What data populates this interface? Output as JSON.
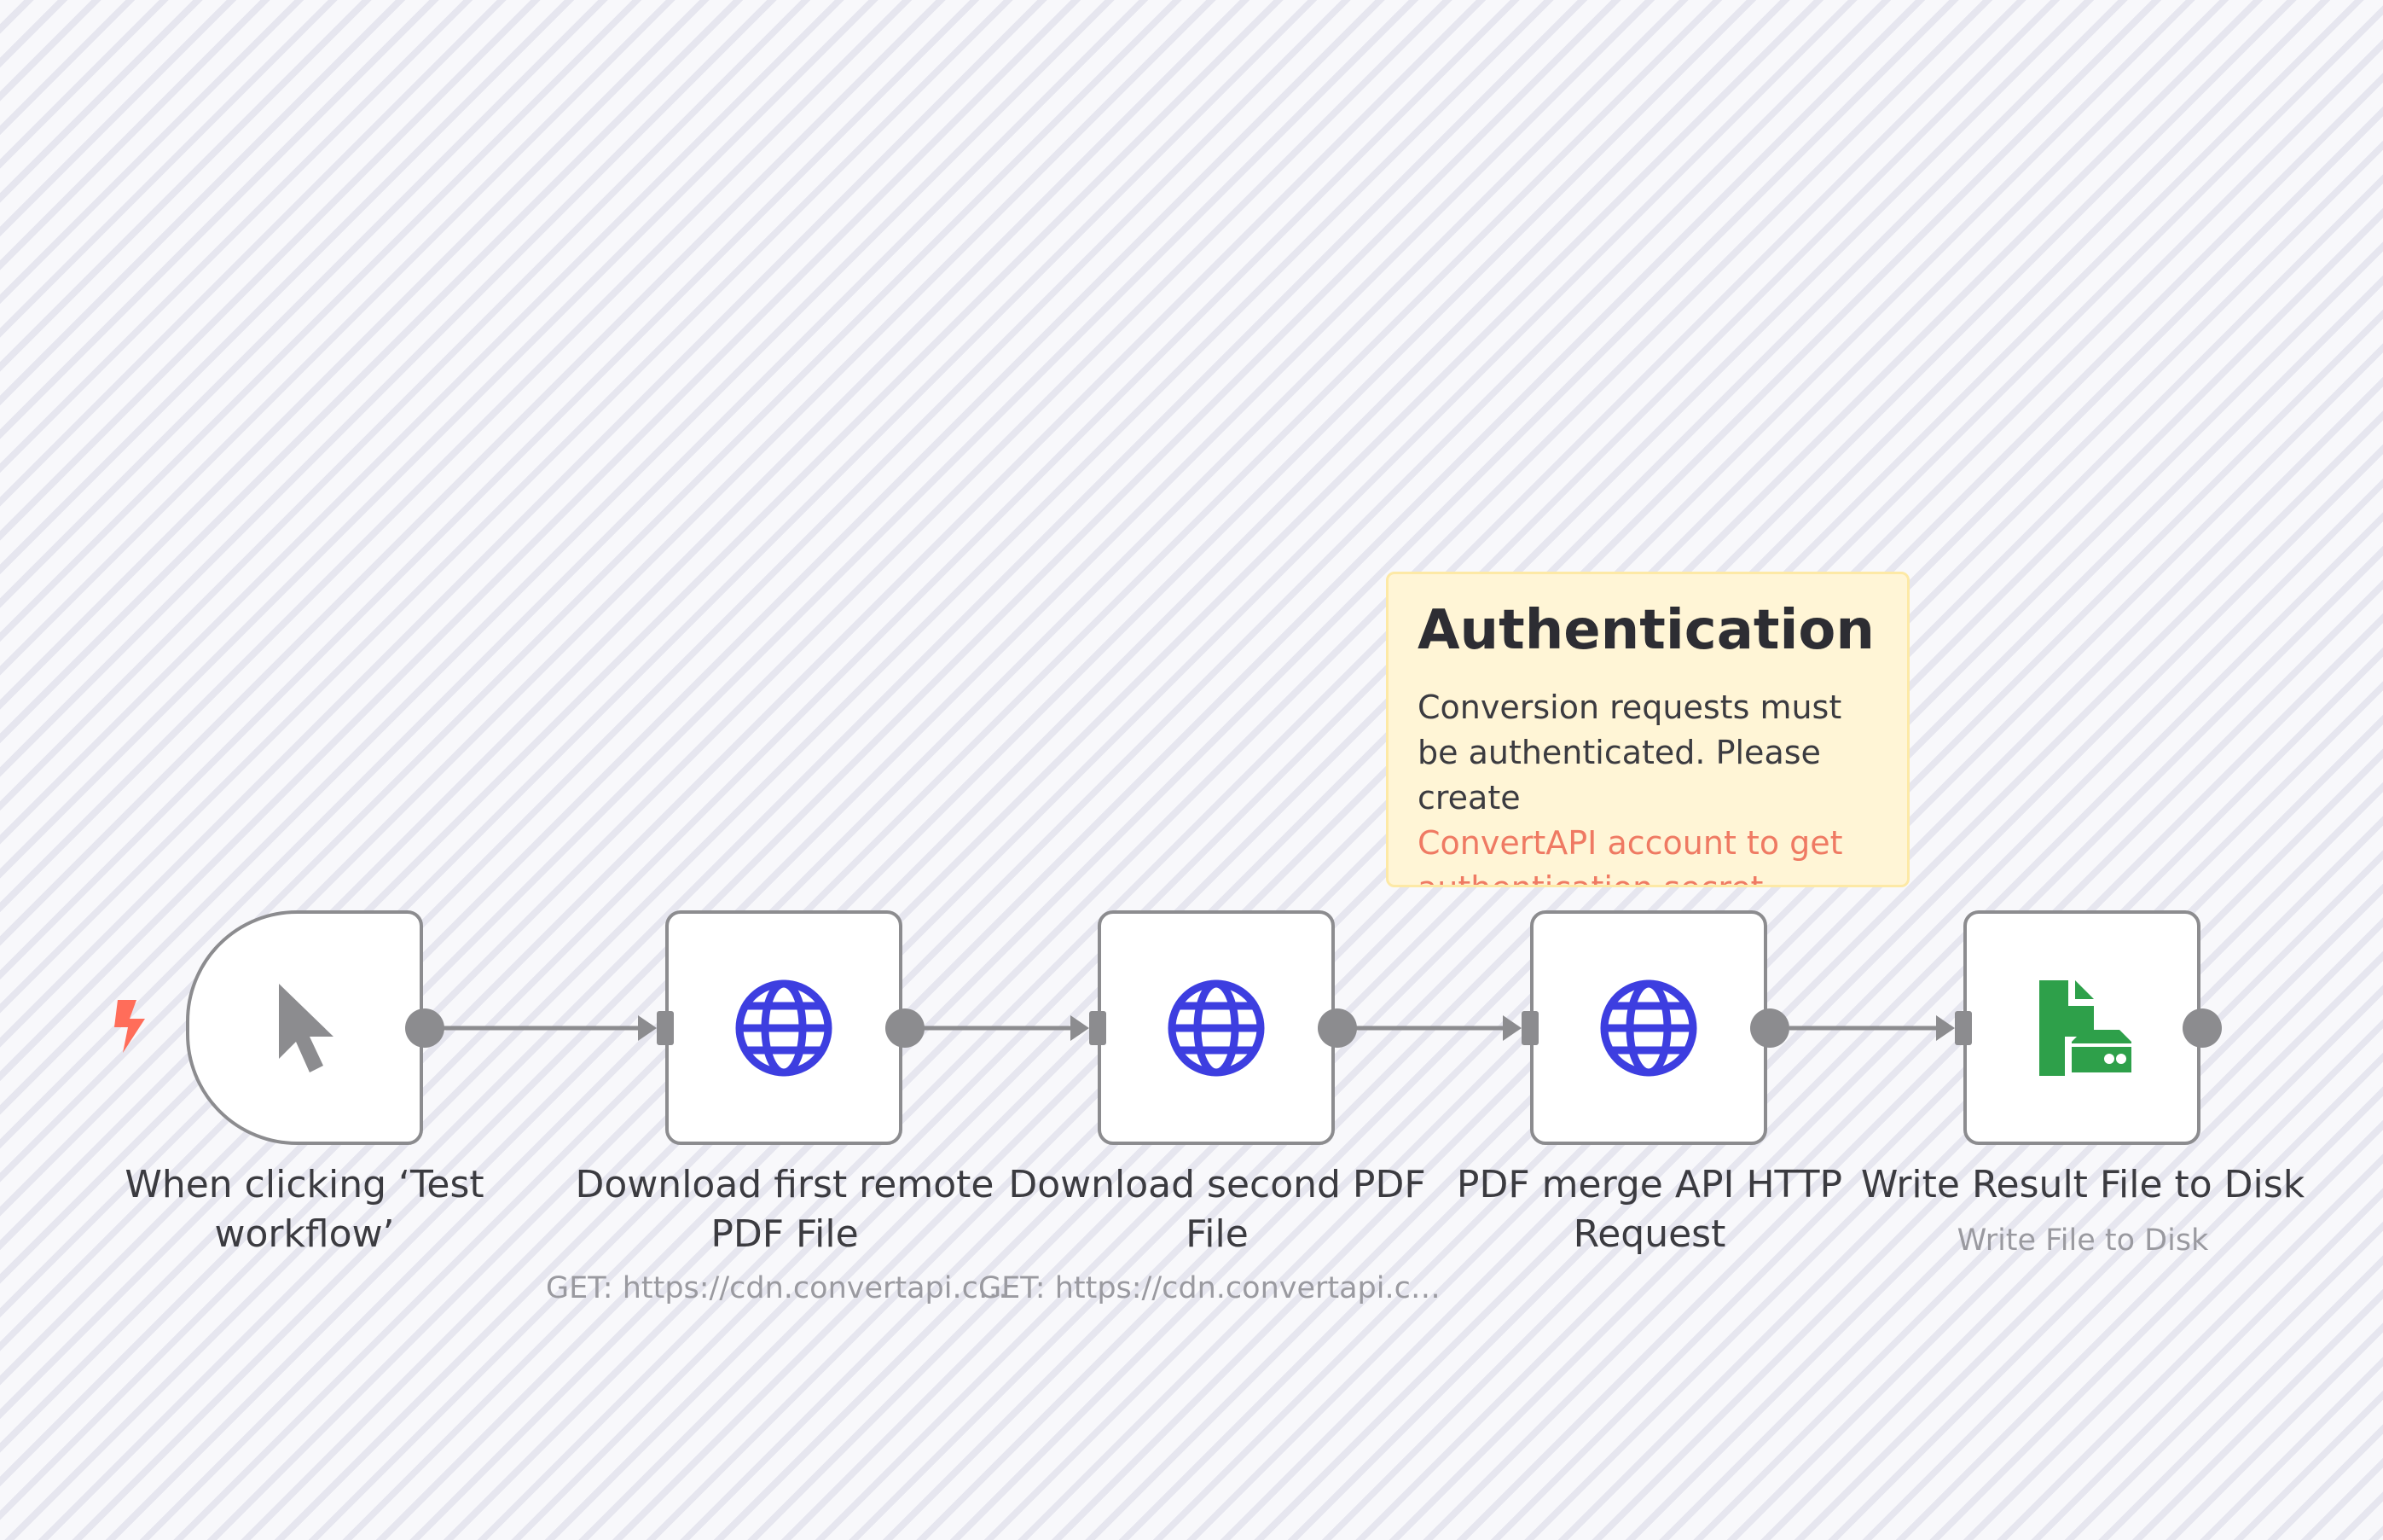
{
  "nodes": [
    {
      "id": "trigger",
      "label": "When clicking ‘Test workflow’",
      "subtitle": "",
      "icon": "cursor-icon",
      "icon_color": "#8c8c8f"
    },
    {
      "id": "download-first",
      "label": "Download first remote PDF File",
      "subtitle": "GET: https://cdn.convertapi.co...",
      "icon": "globe-icon",
      "icon_color": "#3d3ee0"
    },
    {
      "id": "download-second",
      "label": "Download second PDF File",
      "subtitle": "GET: https://cdn.convertapi.co...",
      "icon": "globe-icon",
      "icon_color": "#3d3ee0"
    },
    {
      "id": "merge-request",
      "label": "PDF merge API HTTP Request",
      "subtitle": "",
      "icon": "globe-icon",
      "icon_color": "#3d3ee0"
    },
    {
      "id": "write-file",
      "label": "Write Result File to Disk",
      "subtitle": "Write File to Disk",
      "icon": "file-disk-icon",
      "icon_color": "#2ea04a"
    }
  ],
  "sticky_note": {
    "title": "Authentication",
    "body": "Conversion requests must be authenticated. Please create",
    "link_text": "ConvertAPI account to get",
    "link_cont": "authentication secret"
  },
  "colors": {
    "node_border": "#8c8c8f",
    "connector": "#8c8c8f",
    "trigger_bolt": "#ff6d5a",
    "sticky_bg": "#fff5d6",
    "link": "#ef7a63"
  }
}
